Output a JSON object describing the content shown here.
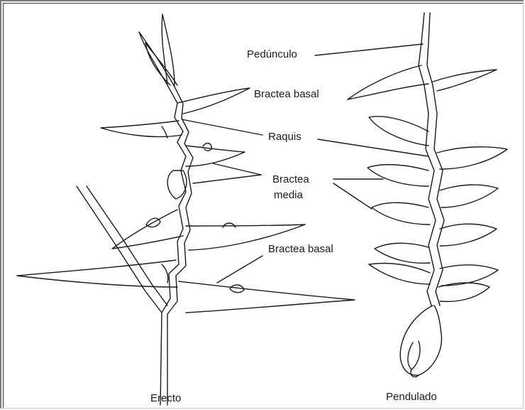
{
  "labels": {
    "pedunculo": "Pedúnculo",
    "bractea_basal_top": "Bractea basal",
    "raquis": "Raquis",
    "bractea_media_1": "Bractea",
    "bractea_media_2": "media",
    "bractea_basal_bottom": "Bractea basal",
    "erecto": "Erecto",
    "pendulado": "Pendulado"
  },
  "colors": {
    "ink": "#1a1a1a",
    "background": "#ffffff"
  }
}
